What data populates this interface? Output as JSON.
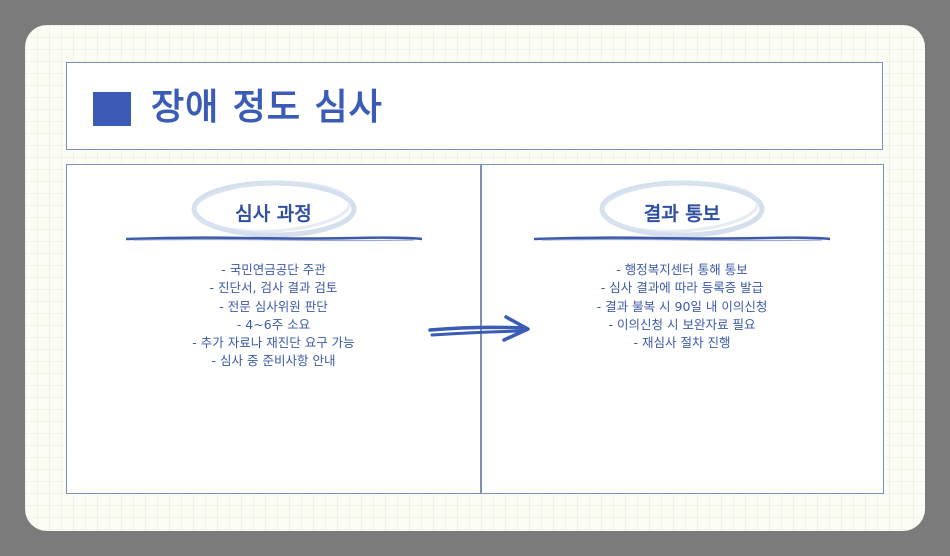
{
  "header": {
    "title": "장애 정도 심사"
  },
  "sections": [
    {
      "title": "심사 과정",
      "items": [
        "- 국민연금공단 주관",
        "- 진단서, 검사 결과 검토",
        "- 전문 심사위원 판단",
        "- 4~6주 소요",
        "- 추가 자료나 재진단 요구 가능",
        "- 심사 중 준비사항 안내"
      ]
    },
    {
      "title": "결과 통보",
      "items": [
        "- 행정복지센터 통해 통보",
        "- 심사 결과에 따라 등록증 발급",
        "- 결과 불복 시 90일 내 이의신청",
        "- 이의신청 시 보완자료 필요",
        "- 재심사 절차 진행"
      ]
    }
  ],
  "colors": {
    "accent": "#3a5cb6",
    "border": "#7d90b8",
    "text": "#3c5aa8",
    "backdrop": "#7b7b7b"
  },
  "icons": {
    "arrow": "right-arrow-icon",
    "title_marker": "square-icon"
  }
}
